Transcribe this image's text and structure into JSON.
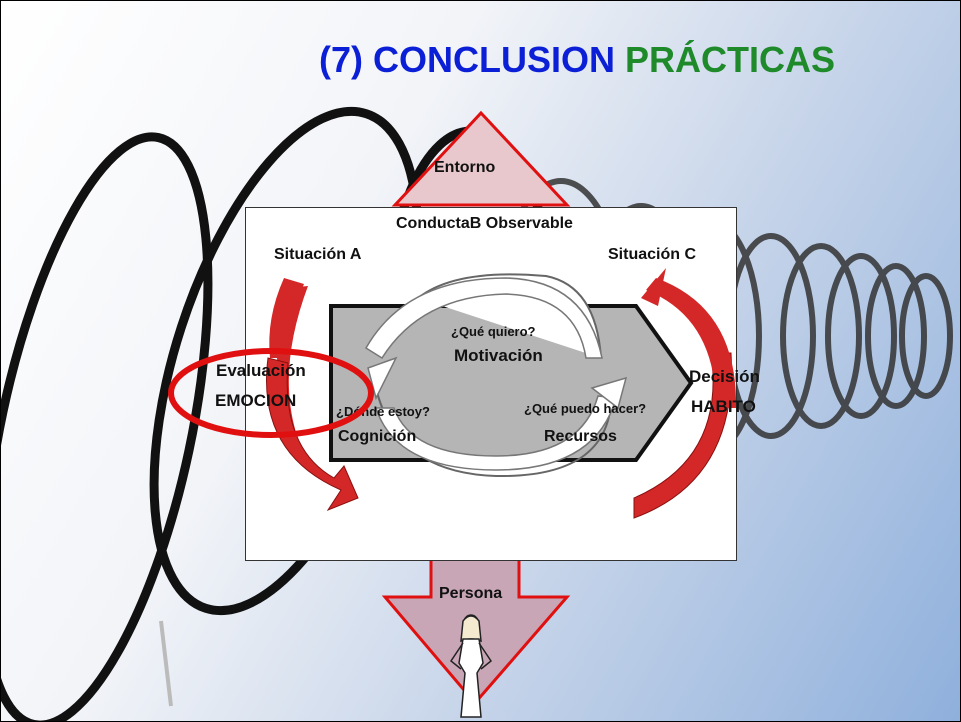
{
  "slide": {
    "title_part1": "(7) CONCLUSION",
    "title_part2": "PRÁCTICAS",
    "title_color1": "#0b1fd6",
    "title_color2": "#1e8a2a"
  },
  "diagram": {
    "top_arrow_label": "Entorno",
    "bottom_arrow_label": "Persona",
    "header": "ConductaB Observable",
    "situation_a": "Situación A",
    "situation_c": "Situación C",
    "left_line1": "Evaluación",
    "left_line2": "EMOCION",
    "right_line1": "Decisión",
    "right_line2": "HABITO",
    "center_top_q": "¿Qué quiero?",
    "center_top": "Motivación",
    "center_left_q": "¿Dónde estoy?",
    "center_left": "Cognición",
    "center_right_q": "¿Qué puedo hacer?",
    "center_right": "Recursos"
  },
  "colors": {
    "red_arrow": "#d42828",
    "highlight_ellipse": "#e01010",
    "arrow_outline": "#e01010",
    "pentagon_fill": "#b5b5b5"
  }
}
